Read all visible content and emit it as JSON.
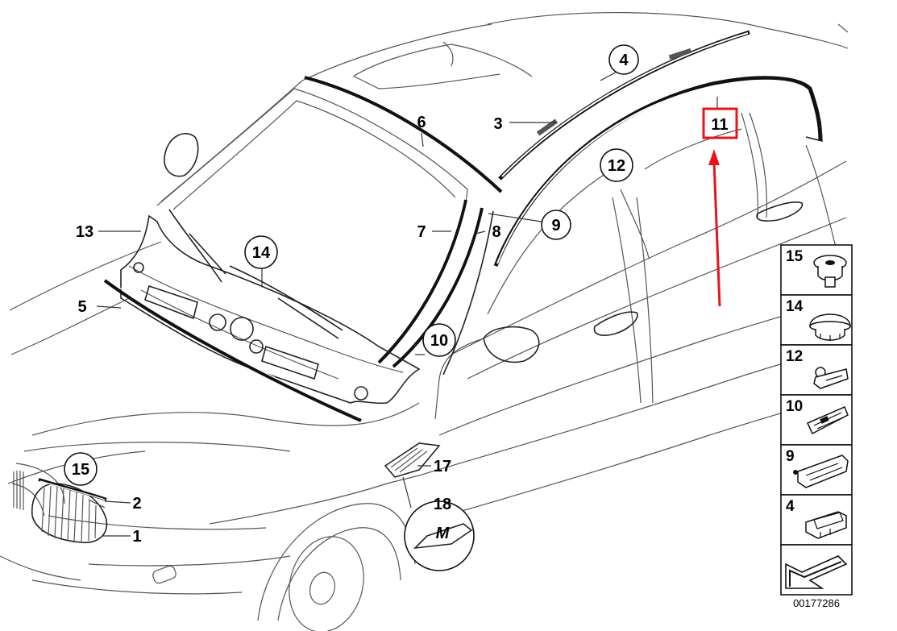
{
  "diagram": {
    "part_labels": {
      "p1": "1",
      "p2": "2",
      "p3": "3",
      "p4": "4",
      "p5": "5",
      "p6": "6",
      "p7": "7",
      "p8": "8",
      "p9": "9",
      "p10": "10",
      "p11": "11",
      "p12": "12",
      "p13": "13",
      "p14": "14",
      "p15": "15",
      "p17": "17",
      "p18": "18"
    },
    "legend": [
      {
        "num": "15",
        "icon": "push-clip-icon"
      },
      {
        "num": "14",
        "icon": "expanding-rivet-icon"
      },
      {
        "num": "12",
        "icon": "trim-clip-icon"
      },
      {
        "num": "10",
        "icon": "slide-clip-icon"
      },
      {
        "num": "9",
        "icon": "bracket-clip-icon"
      },
      {
        "num": "4",
        "icon": "roof-clip-icon"
      },
      {
        "num": "",
        "icon": "arrow-reference-icon"
      }
    ],
    "diagram_code": "00177286",
    "emblem_text": "M",
    "highlight_color": "#e8141c"
  }
}
